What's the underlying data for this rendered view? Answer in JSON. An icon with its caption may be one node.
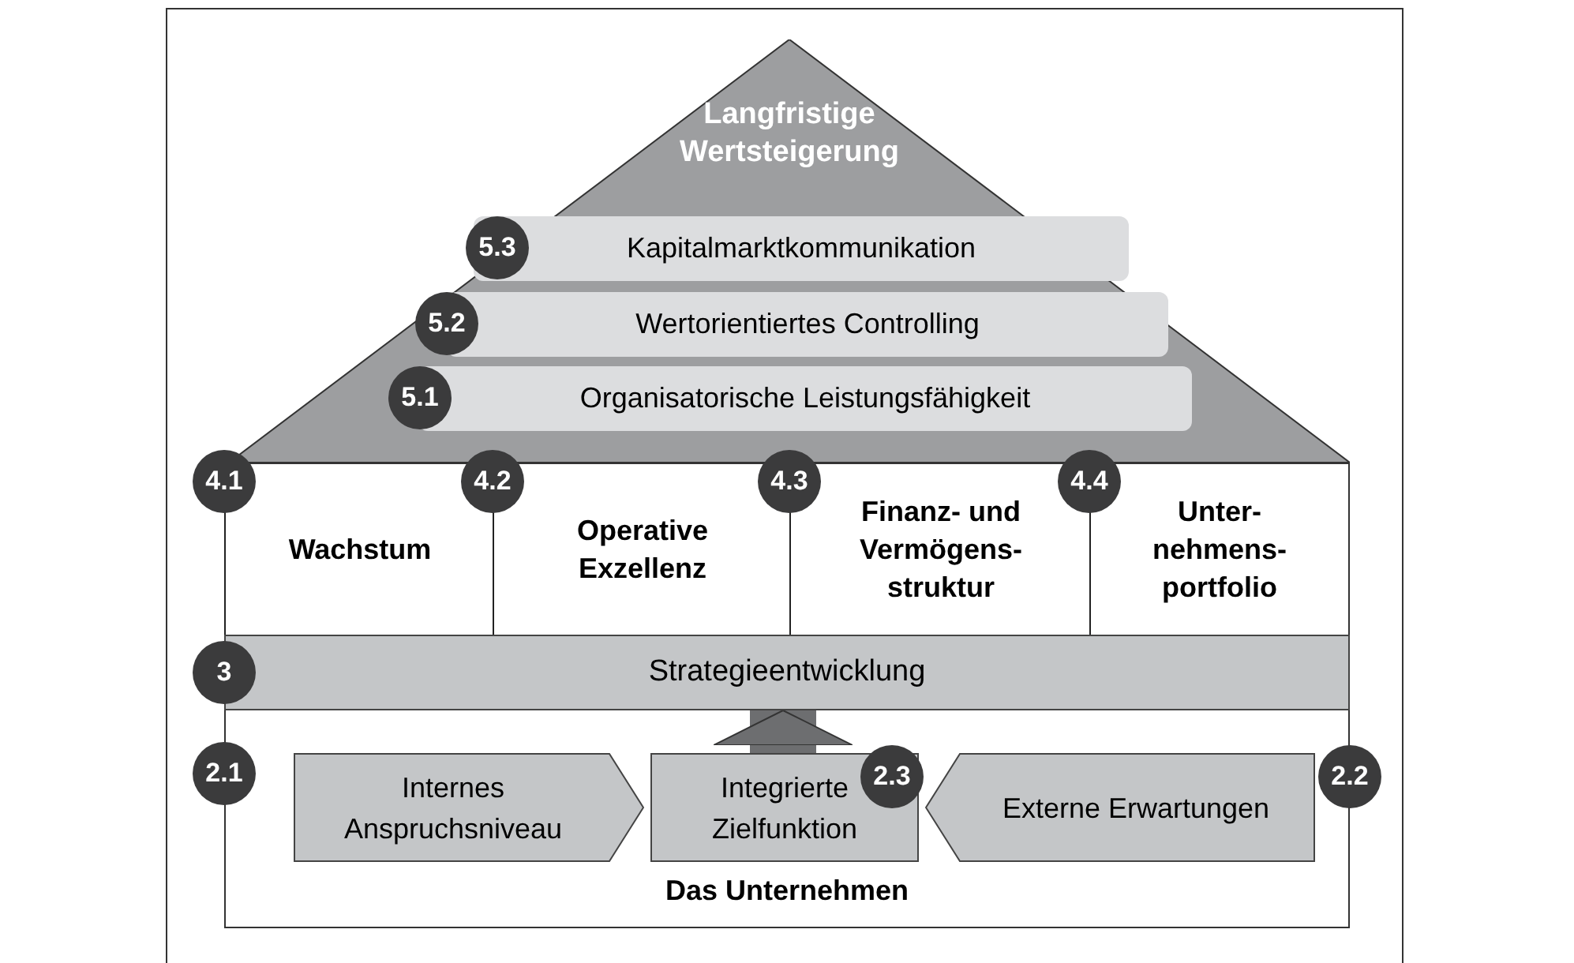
{
  "diagram": {
    "nodes": [
      {
        "text": [
          "Langfristige Wertsteigerung"
        ]
      },
      {
        "text": [
          "Kapitalmarktkommunikation"
        ],
        "in": 0
      },
      {
        "text": [
          "Wertorientiertes Controlling"
        ],
        "in": 0
      },
      {
        "text": [
          "Organisatorische Leistungsfähigkeit"
        ],
        "in": 0
      },
      {
        "text": [
          "Wachstum"
        ]
      },
      {
        "text": [
          "Operative Exzellenz"
        ]
      },
      {
        "text": [
          "Finanz- und Vermögens- struktur"
        ]
      },
      {
        "text": [
          "Unter- nehmens- portfolio"
        ]
      },
      {
        "text": [
          "Strategieentwicklung"
        ]
      },
      {
        "text": [
          "Das Unternehmen"
        ]
      },
      {
        "text": [
          "Internes Anspruchsniveau"
        ],
        "in": 9
      },
      {
        "text": [
          "Integrierte Zielfunktion"
        ],
        "in": 9
      },
      {
        "text": [
          "Externe Erwartungen"
        ],
        "in": 9
      }
    ],
    "edges": [
      {
        "from": 11,
        "to": 8,
        "arrow": "to"
      }
    ],
    "labels": [
      "5.3",
      "5.2",
      "5.1",
      "4.1",
      "4.2",
      "4.3",
      "4.4",
      "3",
      "2.1",
      "2.3",
      "2.2"
    ]
  }
}
